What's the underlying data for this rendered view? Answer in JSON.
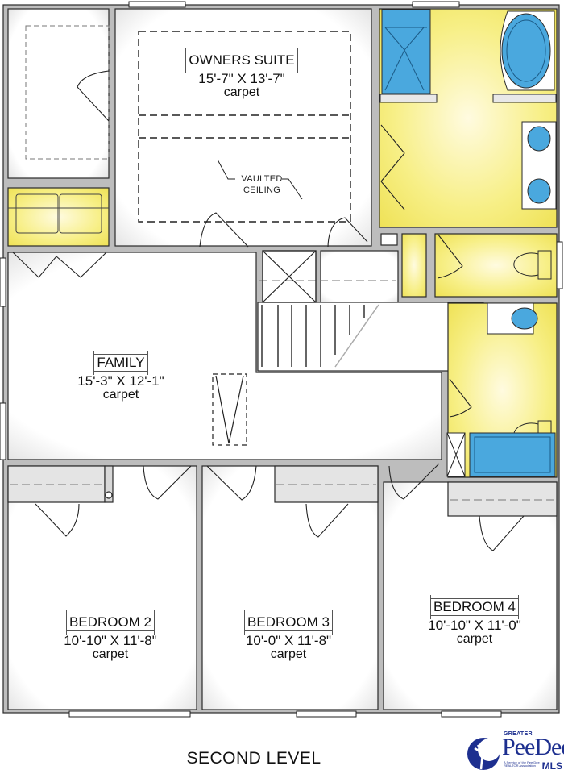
{
  "plan": {
    "level_title": "SECOND LEVEL",
    "colors": {
      "wall": "#b9b9b9",
      "wall_outline": "#2a2a2a",
      "wet_area": "#f5ec6a",
      "fixture_blue": "#4aa8de",
      "background": "#ffffff",
      "logo_blue": "#1d2f8f"
    },
    "rooms": [
      {
        "id": "owners-suite",
        "name": "OWNERS SUITE",
        "dimensions": "15'-7\" X 13'-7\"",
        "flooring": "carpet"
      },
      {
        "id": "family",
        "name": "FAMILY",
        "dimensions": "15'-3\" X 12'-1\"",
        "flooring": "carpet"
      },
      {
        "id": "bedroom-2",
        "name": "BEDROOM 2",
        "dimensions": "10'-10\" X 11'-8\"",
        "flooring": "carpet"
      },
      {
        "id": "bedroom-3",
        "name": "BEDROOM 3",
        "dimensions": "10'-0\" X 11'-8\"",
        "flooring": "carpet"
      },
      {
        "id": "bedroom-4",
        "name": "BEDROOM 4",
        "dimensions": "10'-10\" X 11'-0\"",
        "flooring": "carpet"
      }
    ],
    "annotations": {
      "vaulted_line1": "VAULTED",
      "vaulted_line2": "CEILING"
    },
    "unlabeled_spaces": [
      "walk-in-closet",
      "laundry",
      "owners-bath",
      "owners-wc",
      "hall-bath",
      "stairs",
      "linen-closet",
      "attic-access"
    ]
  },
  "logo": {
    "greater": "GREATER",
    "brand": "PeeDee",
    "mls": "MLS",
    "tagline": "A Service of the Pee Dee REALTOR Association"
  }
}
